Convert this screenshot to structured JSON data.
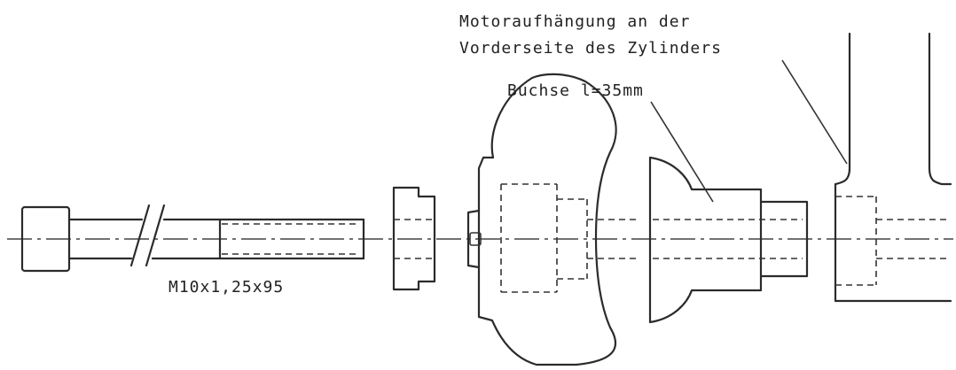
{
  "labels": {
    "mount_line1": "Motoraufhängung an der",
    "mount_line2": "Vorderseite des Zylinders",
    "bushing": "Buchse l=35mm",
    "bolt": "M10x1,25x95"
  },
  "colors": {
    "ink": "#2b2b2b",
    "paper": "#ffffff"
  }
}
